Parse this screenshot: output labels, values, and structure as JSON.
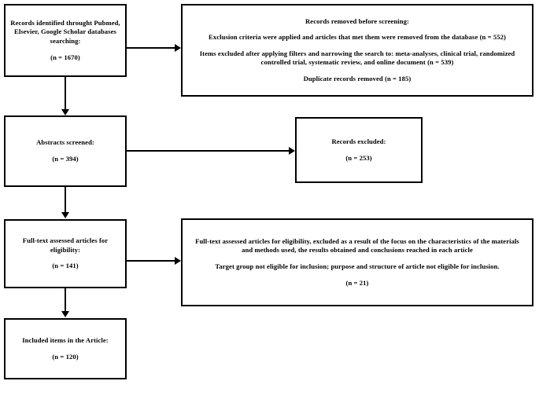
{
  "diagram": {
    "title": "PRISMA study selection flow diagram",
    "background_color": "#ffffff",
    "line_color": "#000000",
    "nodes": {
      "identification": {
        "line1": "Records identified throught Pubmed, Elsevier, Google Scholar databases searching:",
        "line2": "(n = 1670)"
      },
      "removed_before_screening": {
        "line1": "Records removed before screening:",
        "line2": "Exclusion criteria were applied and articles that met them were removed from the database (n = 552)",
        "line3": "Items excluded after applying filters and narrowing the search to: meta-analyses, clinical trial, randomized controlled trial, systematic review, and online document (n = 539)",
        "line4": "Duplicate records removed  (n = 185)"
      },
      "abstracts_screened": {
        "line1": "Abstracts screened:",
        "line2": "(n = 394)"
      },
      "records_excluded": {
        "line1": "Records excluded:",
        "line2": "(n = 253)"
      },
      "fulltext_assessed": {
        "line1": "Full-text assessed articles for eligibility:",
        "line2": "(n = 141)"
      },
      "fulltext_excluded": {
        "line1": "Full-text assessed articles for eligibility, excluded as a result of the focus on the characteristics of the materials and methods used, the results obtained and conclusions reached in each article",
        "line2": "Target group not eligible for inclusion; purpose and structure of article not eligible for inclusion.",
        "line3": "(n = 21)"
      },
      "included": {
        "line1": "Included items in the Article:",
        "line2": "(n = 120)"
      }
    }
  }
}
